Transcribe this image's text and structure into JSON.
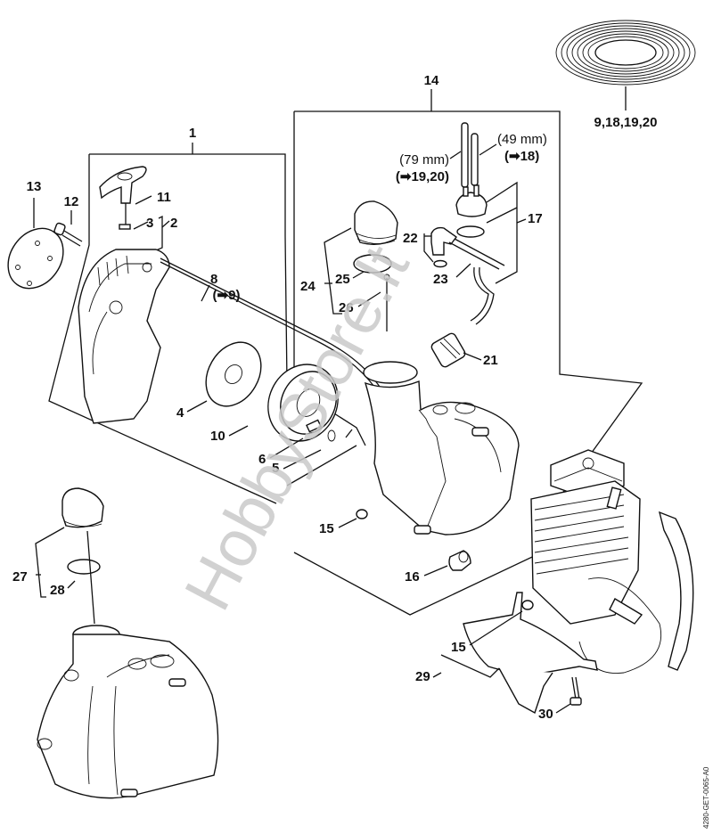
{
  "diagram": {
    "type": "exploded parts diagram",
    "watermark": "HobbyStore.lt",
    "document_id": "4280-GET-0065-A0",
    "ink_color": "#111111",
    "watermark_color": "#c9c9c9"
  },
  "groups": [
    {
      "id": "1",
      "label": "1",
      "description": "rewind starter assembly group"
    },
    {
      "id": "14",
      "label": "14",
      "description": "fuel tank assembly group"
    }
  ],
  "callouts": {
    "c1": "1",
    "c2": "2",
    "c3": "3",
    "c4": "4",
    "c5": "5",
    "c6": "6",
    "c8": "8",
    "c8_ref": "(➡9)",
    "c10": "10",
    "c11": "11",
    "c12": "12",
    "c13": "13",
    "c14": "14",
    "c15a": "15",
    "c15b": "15",
    "c16": "16",
    "c17": "17",
    "c21": "21",
    "c22": "22",
    "c23": "23",
    "c24": "24",
    "c25": "25",
    "c26": "26",
    "c27": "27",
    "c28": "28",
    "c29": "29",
    "c30": "30",
    "spool_refs": "9,18,19,20"
  },
  "hose_notes": {
    "long_length": "(79 mm)",
    "long_ref": "(➡19,20)",
    "short_length": "(49 mm)",
    "short_ref": "(➡18)"
  }
}
